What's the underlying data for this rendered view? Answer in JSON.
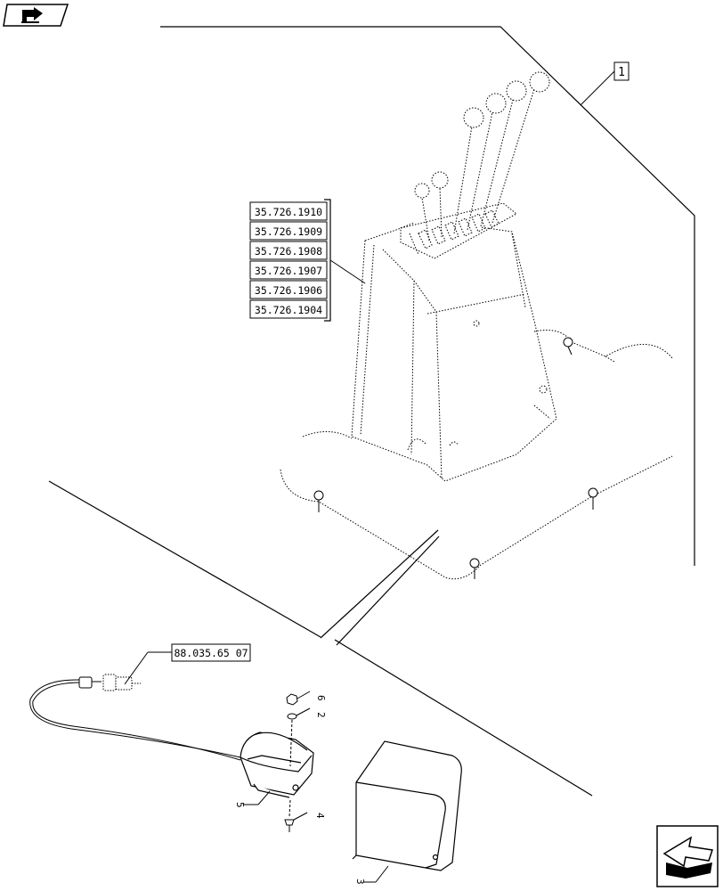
{
  "reference_boxes": {
    "part_1": "1",
    "group_refs": [
      "35.726.1910",
      "35.726.1909",
      "35.726.1908",
      "35.726.1907",
      "35.726.1906",
      "35.726.1904"
    ],
    "cable_ref": "88.035.65 07"
  },
  "callouts": {
    "nut": "6",
    "washer": "2",
    "screw": "4",
    "pedal_switch": "5",
    "guard": "3"
  },
  "icons": {
    "top_left": "book-arrow-icon",
    "bottom_right": "next-page-arrow-icon"
  },
  "colors": {
    "line": "#000000",
    "background": "#ffffff"
  }
}
